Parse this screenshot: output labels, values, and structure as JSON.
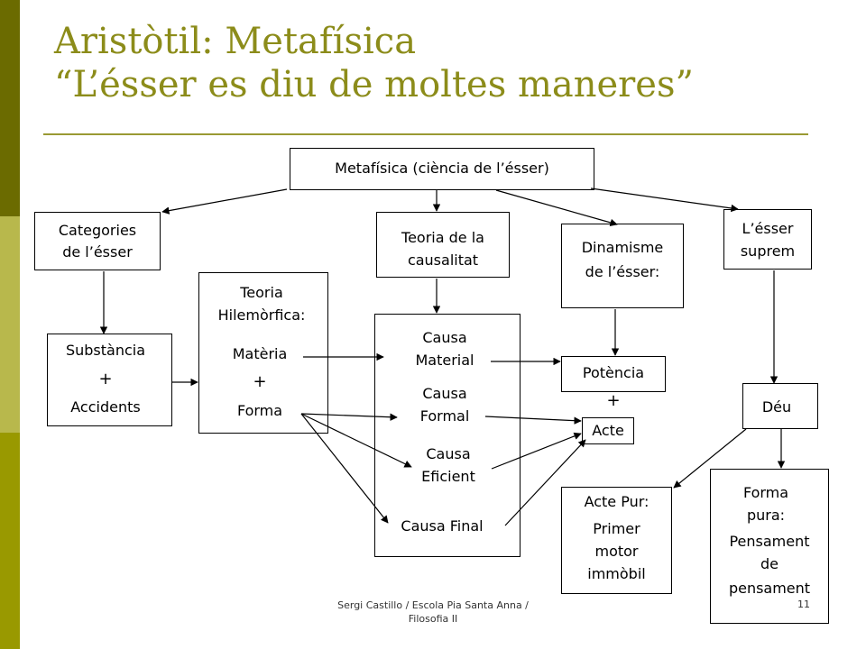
{
  "title": {
    "line1": "Aristòtil: Metafísica",
    "line2": "“L’ésser es diu de moltes maneres”"
  },
  "diagram": {
    "root": "Metafísica (ciència de l’ésser)",
    "categories": {
      "line1": "Categories",
      "line2": "de l’ésser"
    },
    "causality": {
      "line1": "Teoria de la",
      "line2": "causalitat"
    },
    "dynamism": {
      "line1": "Dinamisme",
      "line2": "de l’ésser:"
    },
    "supreme": {
      "line1": "L’ésser",
      "line2": "suprem"
    },
    "substance": {
      "line1": "Substància",
      "plus": "+",
      "line2": "Accidents"
    },
    "hylomorphic": {
      "line1": "Teoria",
      "line2": "Hilemòrfica:",
      "matter": "Matèria",
      "plus": "+",
      "form": "Forma"
    },
    "causes": {
      "material": {
        "line1": "Causa",
        "line2": "Material"
      },
      "formal": {
        "line1": "Causa",
        "line2": "Formal"
      },
      "efficient": {
        "line1": "Causa",
        "line2": "Eficient"
      },
      "final": "Causa Final"
    },
    "potency": "Potència",
    "potency_plus": "+",
    "act": "Acte",
    "god": "Déu",
    "pure_act": {
      "line1": "Acte Pur:",
      "line2": "Primer",
      "line3": "motor",
      "line4": "immòbil"
    },
    "pure_form": {
      "line1": "Forma",
      "line2": "pura:",
      "line3": "Pensament",
      "line4": "de",
      "line5": "pensament"
    }
  },
  "footer": {
    "line1": "Sergi Castillo  / Escola Pia Santa Anna /",
    "line2": "Filosofia II",
    "page": "11"
  },
  "colors": {
    "title": "#8c8c1a",
    "sidebar_dark": "#6b6b00",
    "sidebar_light": "#b8b84c",
    "sidebar_mid": "#999900",
    "rule": "#999933"
  }
}
